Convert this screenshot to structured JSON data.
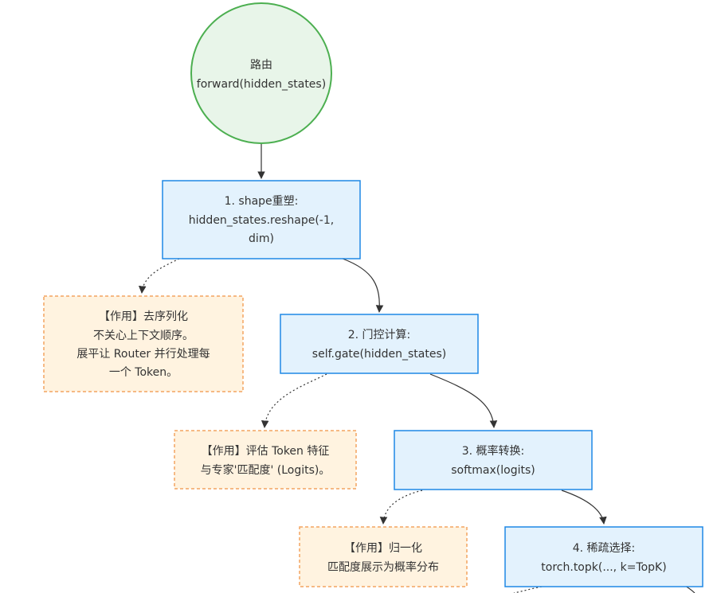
{
  "colors": {
    "start_fill": "#e8f5e9",
    "start_stroke": "#4caf50",
    "step_fill": "#e3f2fd",
    "step_stroke": "#1e88e5",
    "note_fill": "#fff3e0",
    "note_stroke": "#f4a460",
    "edge": "#333333"
  },
  "start": {
    "line1": "路由",
    "line2": "forward(hidden_states)"
  },
  "steps": [
    {
      "lines": [
        "1. shape重塑:",
        "hidden_states.reshape(-1,",
        "dim)"
      ]
    },
    {
      "lines": [
        "2. 门控计算:",
        "self.gate(hidden_states)"
      ]
    },
    {
      "lines": [
        "3. 概率转换:",
        "softmax(logits)"
      ]
    },
    {
      "lines": [
        "4. 稀疏选择:",
        "torch.topk(..., k=TopK)"
      ]
    }
  ],
  "notes": [
    {
      "lines": [
        "【作用】去序列化",
        "不关心上下文顺序。",
        "展平让 Router 并行处理每",
        "一个 Token。"
      ]
    },
    {
      "lines": [
        "【作用】评估 Token 特征",
        "与专家'匹配度' (Logits)。"
      ]
    },
    {
      "lines": [
        "【作用】归一化",
        "匹配度展示为概率分布"
      ]
    }
  ]
}
